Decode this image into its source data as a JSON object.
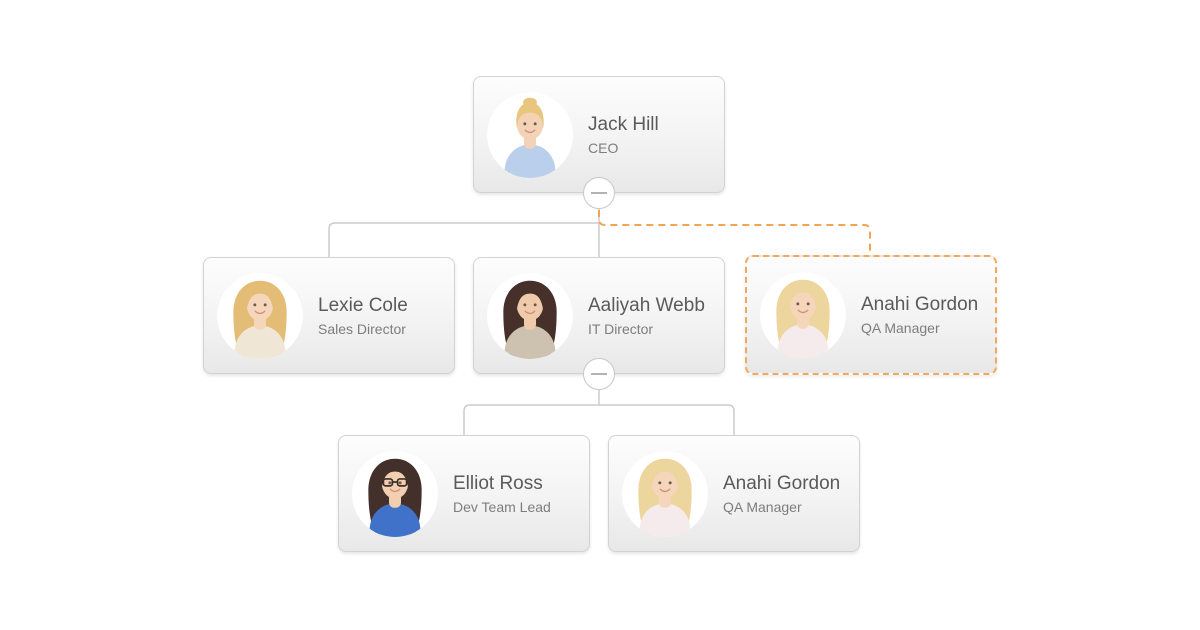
{
  "palette": {
    "background": "#ffffff",
    "connector": "#cccccc",
    "drag_connector": "#f2a355",
    "drag_card_border": "#f3a75a",
    "card_border": "#d2d2d2",
    "name_text": "#5a5a5a",
    "title_text": "#7d7d7d"
  },
  "org_chart": {
    "edges": [
      {
        "from": "Jack Hill",
        "to": "Lexie Cole",
        "style": "solid"
      },
      {
        "from": "Jack Hill",
        "to": "Aaliyah Webb",
        "style": "solid"
      },
      {
        "from": "Jack Hill",
        "to": "Anahi Gordon (drag preview)",
        "style": "dashed-orange"
      },
      {
        "from": "Aaliyah Webb",
        "to": "Elliot Ross",
        "style": "solid"
      },
      {
        "from": "Aaliyah Webb",
        "to": "Anahi Gordon",
        "style": "solid"
      }
    ]
  },
  "toggle": {
    "glyph": "minus"
  },
  "nodes": [
    {
      "name": "Jack Hill",
      "title": "CEO",
      "state": "normal",
      "has_collapse_toggle": true,
      "avatar": {
        "style": "updo",
        "hair": "#e8c67d",
        "skin": "#f4d2b6",
        "shirt": "#b9cfec",
        "bg": "#ffffff",
        "glasses": false
      }
    },
    {
      "name": "Lexie Cole",
      "title": "Sales Director",
      "state": "normal",
      "has_collapse_toggle": false,
      "avatar": {
        "style": "long",
        "hair": "#e3bd76",
        "skin": "#f6d6ba",
        "shirt": "#f0e6d6",
        "bg": "#ffffff",
        "glasses": false
      }
    },
    {
      "name": "Aaliyah Webb",
      "title": "IT Director",
      "state": "normal",
      "has_collapse_toggle": true,
      "avatar": {
        "style": "long",
        "hair": "#463029",
        "skin": "#f0cbab",
        "shirt": "#cdc2b0",
        "bg": "#ffffff",
        "glasses": false
      }
    },
    {
      "name": "Anahi Gordon",
      "title": "QA Manager",
      "state": "drag-preview",
      "has_collapse_toggle": false,
      "avatar": {
        "style": "long",
        "hair": "#edd59e",
        "skin": "#f6d6ba",
        "shirt": "#f5ebec",
        "bg": "#ffffff",
        "glasses": false
      }
    },
    {
      "name": "Elliot Ross",
      "title": "Dev Team Lead",
      "state": "normal",
      "has_collapse_toggle": false,
      "avatar": {
        "style": "long",
        "hair": "#44302a",
        "skin": "#f2cfb0",
        "shirt": "#3f72c8",
        "bg": "#ffffff",
        "glasses": true
      }
    },
    {
      "name": "Anahi Gordon",
      "title": "QA Manager",
      "state": "normal",
      "has_collapse_toggle": false,
      "avatar": {
        "style": "long",
        "hair": "#edd59e",
        "skin": "#f6d6ba",
        "shirt": "#f5ebec",
        "bg": "#ffffff",
        "glasses": false
      }
    }
  ]
}
